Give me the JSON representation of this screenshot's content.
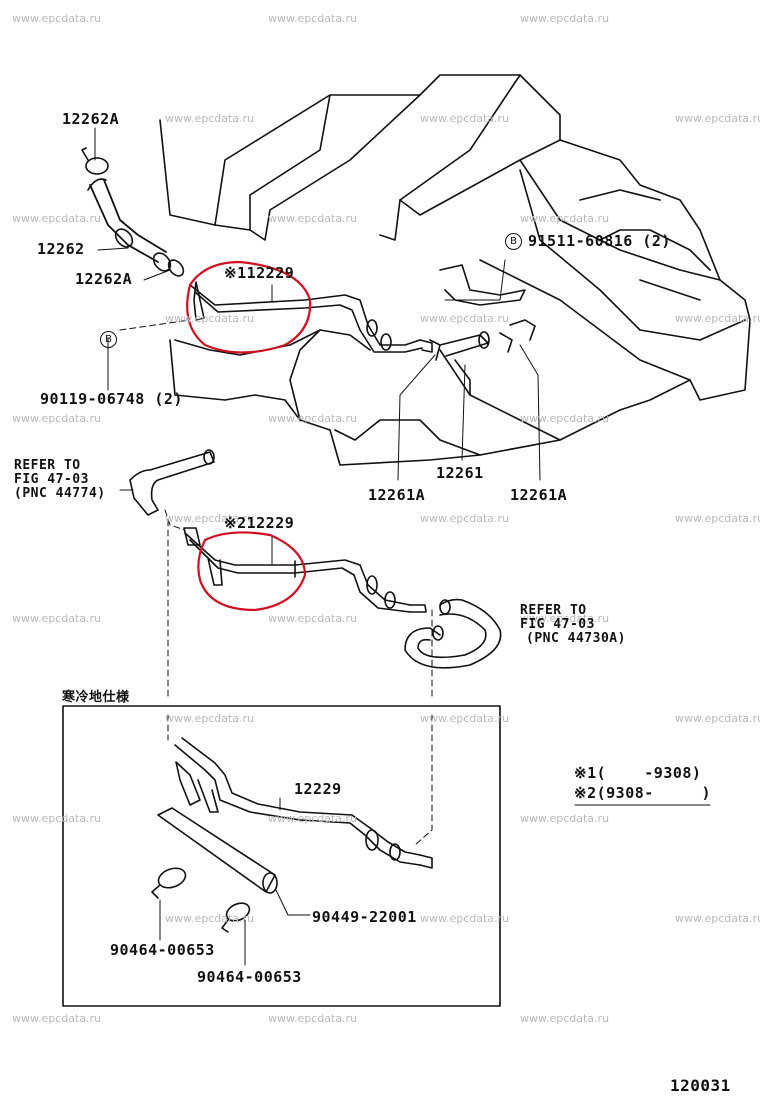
{
  "watermark": "www.epcdata.ru",
  "parts": {
    "clamp_top": "12262A",
    "hose_top": "12262",
    "clamp_mid": "12262A",
    "pipe_mark1": "※112229",
    "bolt_a": "91511-60816 (2)",
    "bolt_b": "90119-06748 (2)",
    "hose_right": "12261",
    "clamp_r1": "12261A",
    "clamp_r2": "12261A",
    "pipe_mark2": "※212229",
    "pipe_inset": "12229",
    "hose_inset": "90449-22001",
    "clamp_inset1": "90464-00653",
    "clamp_inset2": "90464-00653"
  },
  "bolt_symbol": "B",
  "refer_left": {
    "line1": "REFER TO",
    "line2": "FIG 47-03",
    "line3": "(PNC 44774)"
  },
  "refer_right": {
    "line1": "REFER TO",
    "line2": "FIG 47-03",
    "line3": "(PNC 44730A)"
  },
  "inset_title": "寒冷地仕様",
  "legend": {
    "row1": "※1(    -9308)",
    "row2": "※2(9308-     )"
  },
  "figure_code": "120031",
  "colors": {
    "line": "#111111",
    "highlight": "#d01020",
    "watermark": "#b9b9b9"
  }
}
